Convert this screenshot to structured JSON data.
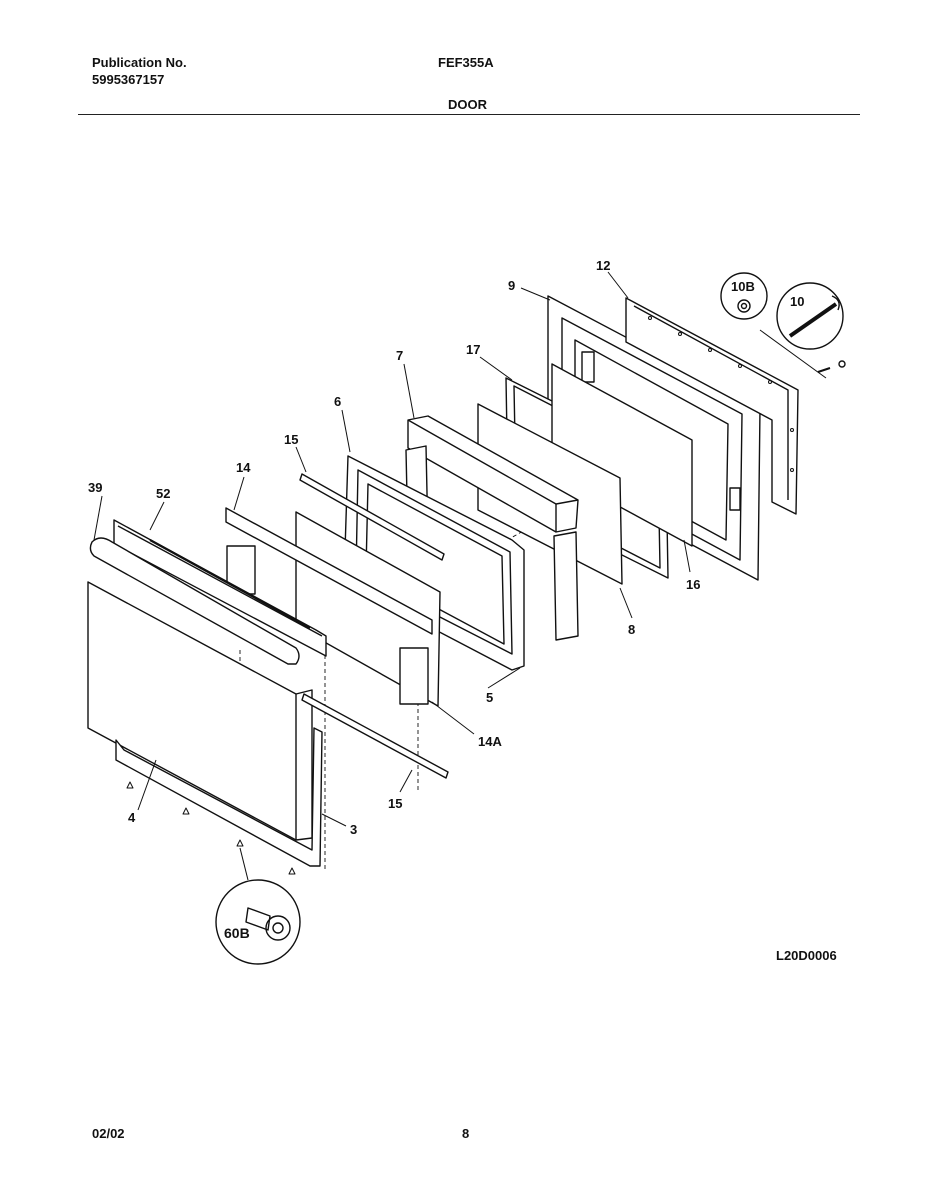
{
  "header": {
    "publication_label": "Publication No.",
    "publication_number": "5995367157",
    "model": "FEF355A",
    "section_title": "DOOR"
  },
  "callouts": {
    "p39": "39",
    "p52": "52",
    "p14": "14",
    "p15_top": "15",
    "p6": "6",
    "p7": "7",
    "p17": "17",
    "p9": "9",
    "p12": "12",
    "p10B": "10B",
    "p10": "10",
    "p16": "16",
    "p8": "8",
    "p5": "5",
    "p14A": "14A",
    "p15_bottom": "15",
    "p3": "3",
    "p4": "4",
    "p60B": "60B"
  },
  "drawing_id": "L20D0006",
  "footer": {
    "date": "02/02",
    "page": "8"
  }
}
